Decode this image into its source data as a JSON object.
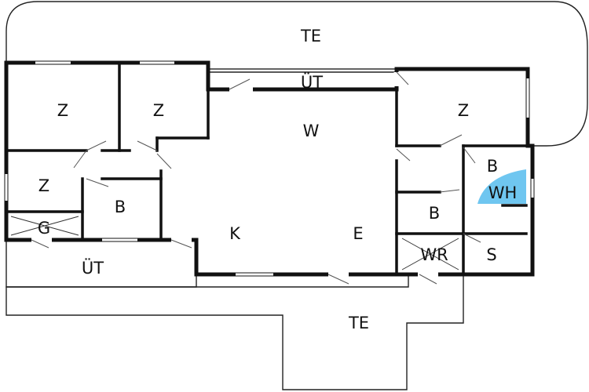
{
  "plan": {
    "rooms": {
      "terrace_top": "TE",
      "terrace_bottom": "TE",
      "utility_top": "ÜT",
      "utility_left": "ÜT",
      "bedroom_1": "Z",
      "bedroom_2": "Z",
      "bedroom_3": "Z",
      "bedroom_4": "Z",
      "living": "W",
      "kitchen": "K",
      "entrance": "E",
      "bath_left": "B",
      "bath_right_top": "B",
      "bath_right_bottom": "B",
      "storage_g": "G",
      "water_heater": "WH",
      "wc": "WR",
      "storage_s": "S"
    },
    "colors": {
      "wall": "#111111",
      "water_heater": "#6fc6f0"
    }
  }
}
